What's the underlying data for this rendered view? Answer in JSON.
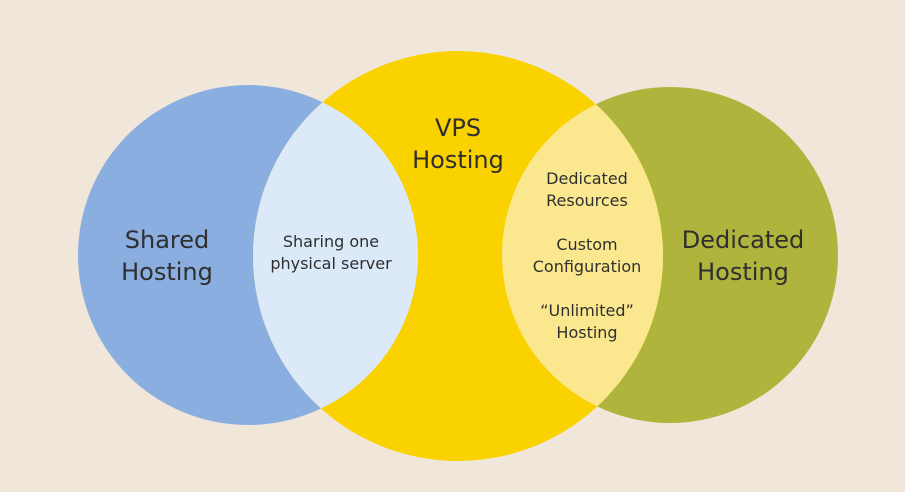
{
  "colors": {
    "background": "#f0e6da",
    "shared": "#8aaee0",
    "vps": "#fad200",
    "dedicated": "#afb43c",
    "shared_vps_overlap": "#dbe9f8",
    "vps_dedicated_overlap": "#fbe88e",
    "text": "#2f2f2f"
  },
  "circles": {
    "shared": {
      "line1": "Shared",
      "line2": "Hosting"
    },
    "vps": {
      "line1": "VPS",
      "line2": "Hosting"
    },
    "dedicated": {
      "line1": "Dedicated",
      "line2": "Hosting"
    }
  },
  "overlaps": {
    "shared_vps": {
      "line1": "Sharing one",
      "line2": "physical server"
    },
    "vps_dedicated": [
      {
        "line1": "Dedicated",
        "line2": "Resources"
      },
      {
        "line1": "Custom",
        "line2": "Configuration"
      },
      {
        "line1": "“Unlimited”",
        "line2": "Hosting"
      }
    ]
  }
}
